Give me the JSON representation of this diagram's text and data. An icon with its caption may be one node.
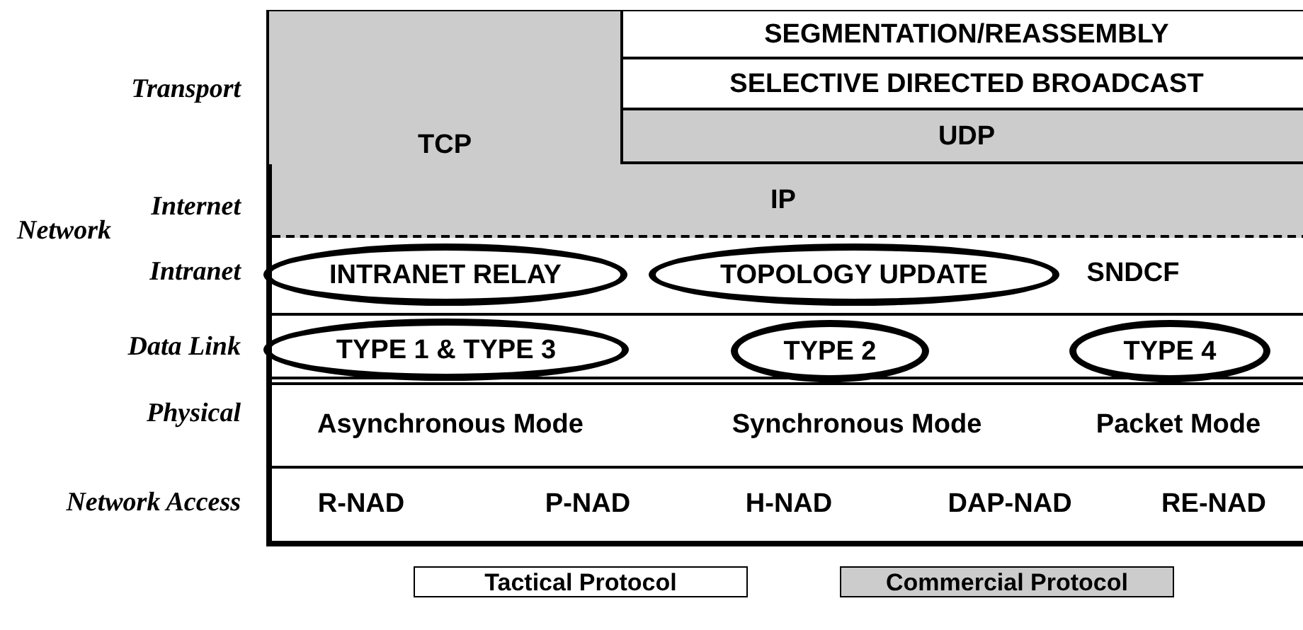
{
  "diagram": {
    "nodes": [
      {
        "text": [
          "TCP"
        ]
      },
      {
        "text": [
          "SEGMENTATION/REASSEMBLY"
        ]
      },
      {
        "text": [
          "SELECTIVE DIRECTED BROADCAST"
        ]
      },
      {
        "text": [
          "UDP"
        ]
      },
      {
        "text": [
          "IP"
        ]
      },
      {
        "text": [
          "INTRANET RELAY"
        ]
      },
      {
        "text": [
          "TOPOLOGY UPDATE"
        ]
      },
      {
        "text": [
          "TYPE 1 & TYPE 3"
        ]
      },
      {
        "text": [
          "TYPE 2"
        ]
      },
      {
        "text": [
          "TYPE 4"
        ]
      }
    ],
    "labels": [
      "Transport",
      "Internet",
      "Network",
      "Intranet",
      "SNDCF",
      "Data Link",
      "Physical",
      "Asynchronous Mode",
      "Synchronous Mode",
      "Packet Mode",
      "Network Access",
      "R-NAD",
      "P-NAD",
      "H-NAD",
      "DAP-NAD",
      "RE-NAD"
    ],
    "legend": [
      {
        "text": "Tactical Protocol",
        "color": "#ffffff"
      },
      {
        "text": "Commercial Protocol",
        "color": "#cccccc"
      }
    ]
  }
}
